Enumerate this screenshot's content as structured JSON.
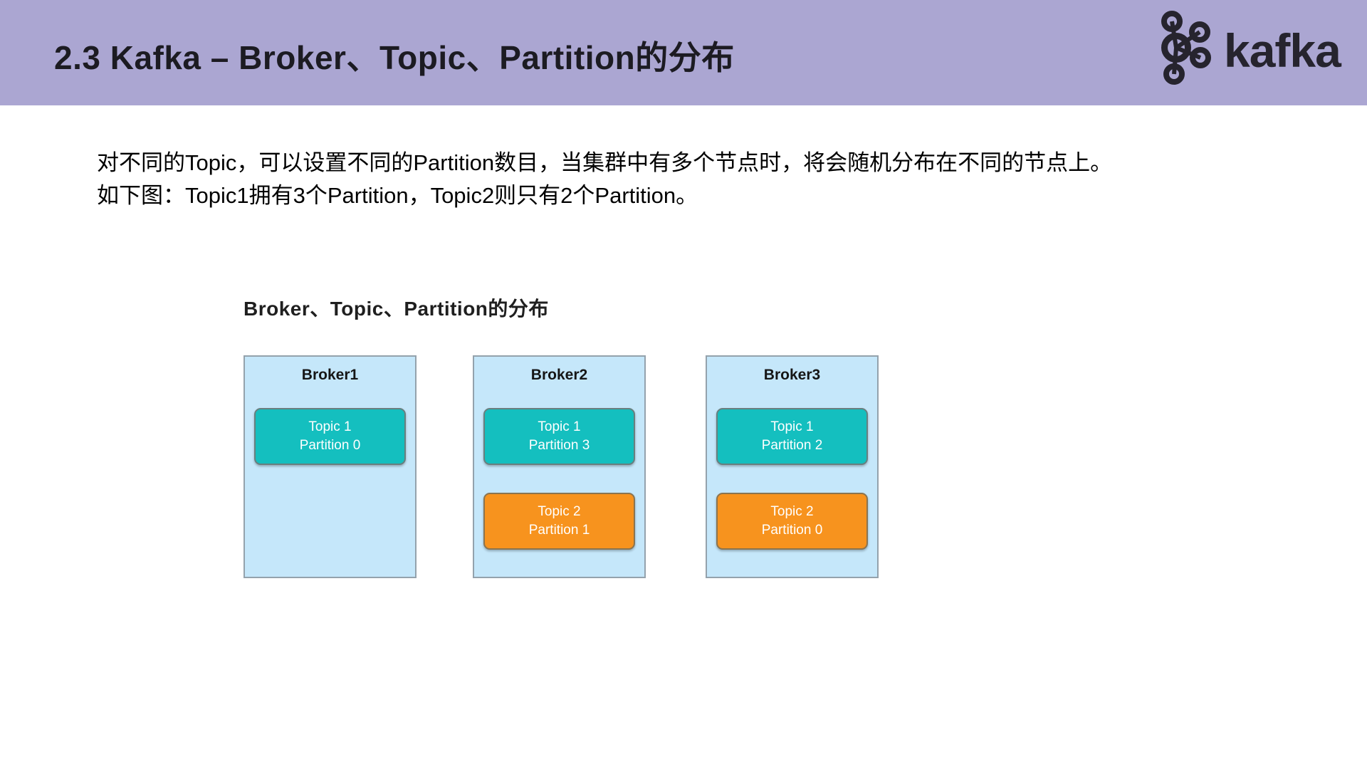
{
  "slide": {
    "header": {
      "title": "2.3 Kafka – Broker、Topic、Partition的分布",
      "background_color": "#ABA6D2",
      "logo": {
        "brand": "kafka",
        "color": "#26242E"
      }
    },
    "body": {
      "line1": "对不同的Topic，可以设置不同的Partition数目，当集群中有多个节点时，将会随机分布在不同的节点上。",
      "line2": "如下图：Topic1拥有3个Partition，Topic2则只有2个Partition。"
    },
    "diagram": {
      "title": "Broker、Topic、Partition的分布",
      "colors": {
        "broker_fill": "#C5E7FA",
        "broker_border": "#94A2AC",
        "topic1_fill": "#14BFBF",
        "topic2_fill": "#F7931E",
        "partition_text": "#FFFFFF"
      },
      "brokers": [
        {
          "name": "Broker1",
          "partitions": [
            {
              "topic": "Topic 1",
              "partition": "Partition 0",
              "color": "teal"
            }
          ]
        },
        {
          "name": "Broker2",
          "partitions": [
            {
              "topic": "Topic 1",
              "partition": "Partition 3",
              "color": "teal"
            },
            {
              "topic": "Topic 2",
              "partition": "Partition 1",
              "color": "orange"
            }
          ]
        },
        {
          "name": "Broker3",
          "partitions": [
            {
              "topic": "Topic 1",
              "partition": "Partition 2",
              "color": "teal"
            },
            {
              "topic": "Topic 2",
              "partition": "Partition 0",
              "color": "orange"
            }
          ]
        }
      ]
    }
  }
}
